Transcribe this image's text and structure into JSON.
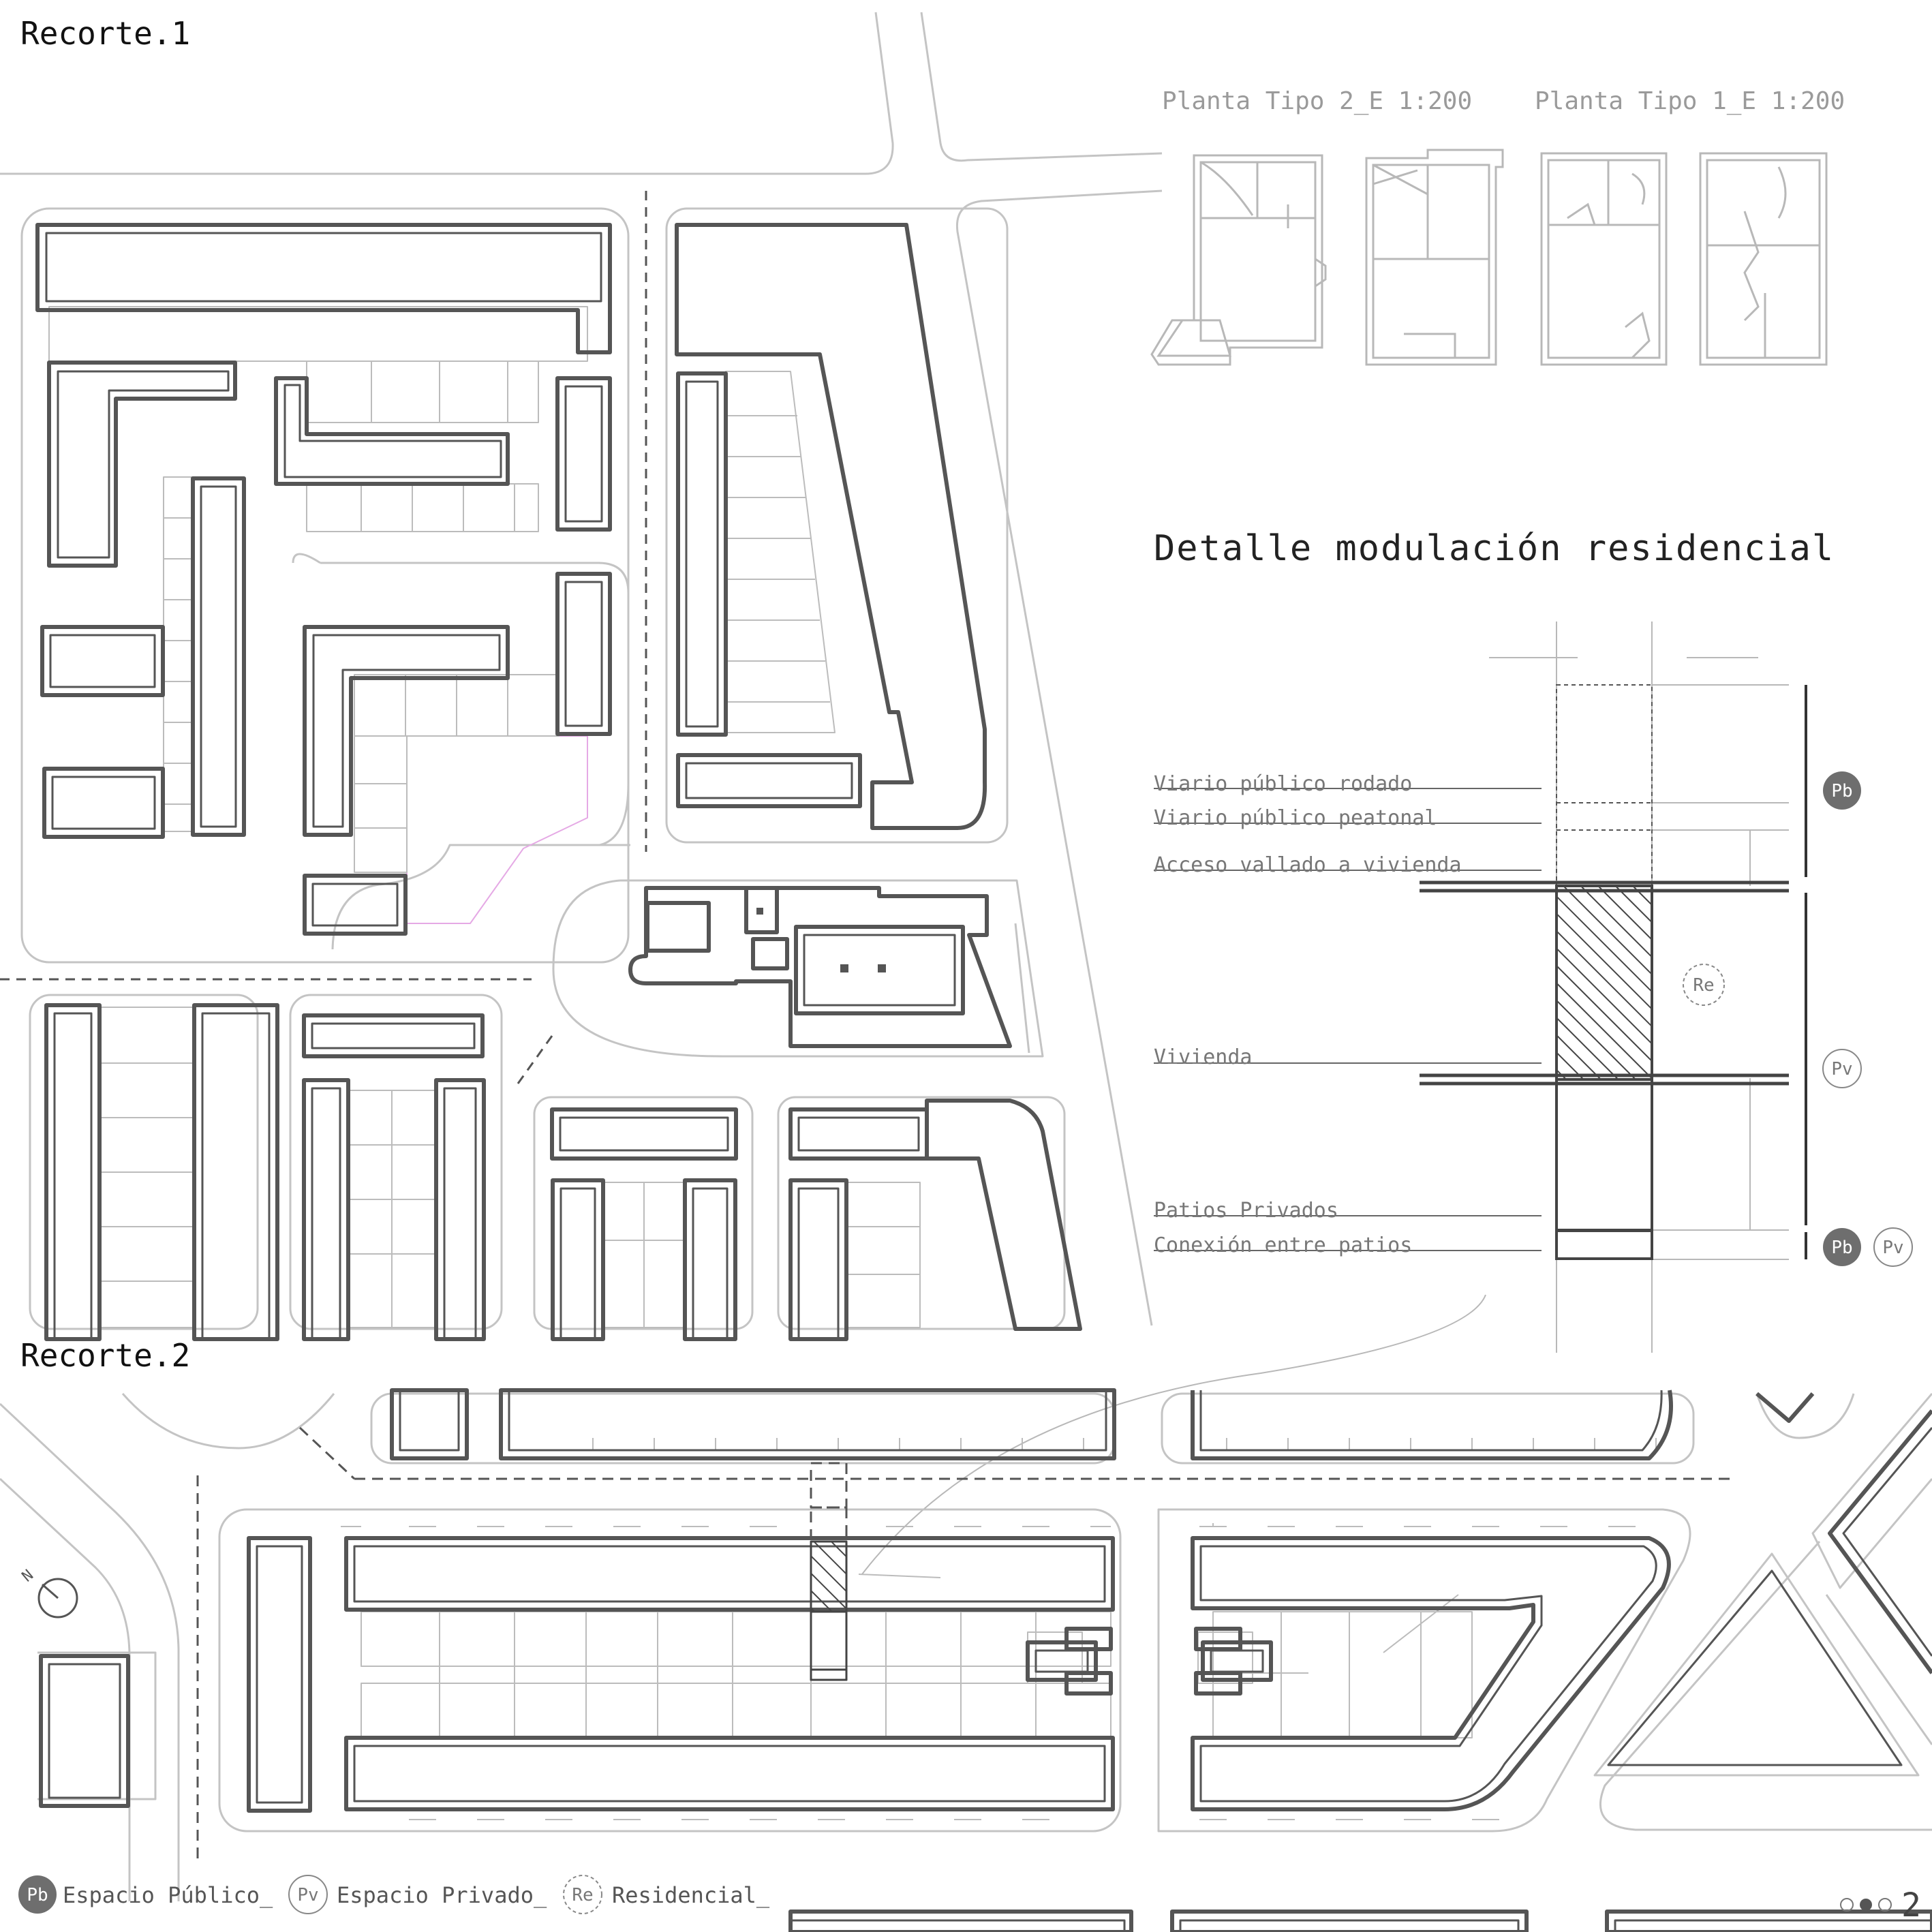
{
  "sheet": {
    "section1_title": "Recorte.1",
    "section2_title": "Recorte.2",
    "page_number": "2"
  },
  "plans": {
    "label_tipo2": "Planta Tipo 2_E 1:200",
    "label_tipo1": "Planta Tipo 1_E 1:200"
  },
  "detail": {
    "title": "Detalle modulación residencial",
    "labels": [
      "Viario público rodado",
      "Viario público peatonal",
      "Acceso vallado a vivienda",
      "Vivienda",
      "Patios Privados",
      "Conexión entre patios"
    ],
    "badges": {
      "pb": "Pb",
      "pv": "Pv",
      "re": "Re"
    }
  },
  "legend": {
    "pb_code": "Pb",
    "pb_label": "Espacio Público_",
    "pv_code": "Pv",
    "pv_label": "Espacio Privado_",
    "re_code": "Re",
    "re_label": "Residencial_"
  },
  "north": {
    "label": "N"
  },
  "colors": {
    "ink": "#555555",
    "light_line": "#bdbdbd",
    "badge_fill": "#6e6e6e"
  }
}
